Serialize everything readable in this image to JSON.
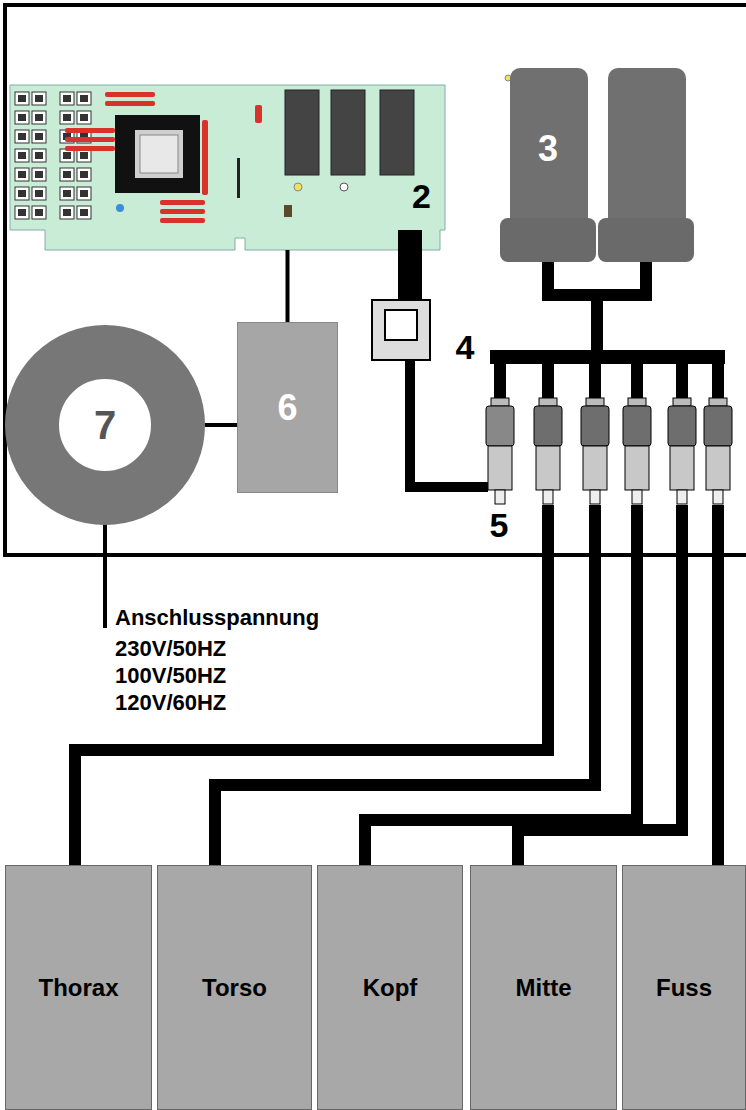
{
  "diagram": {
    "nodes": [
      {
        "text": [
          "2"
        ]
      },
      {
        "text": [
          "7"
        ]
      },
      {
        "text": [
          "6"
        ]
      },
      {
        "text": [
          "Thorax"
        ]
      },
      {
        "text": [
          "Torso"
        ]
      },
      {
        "text": [
          "Kopf"
        ]
      },
      {
        "text": [
          "Mitte"
        ]
      },
      {
        "text": [
          "Fuss"
        ]
      }
    ],
    "edges": [
      {
        "from": 1,
        "to": 2,
        "arrow": "none"
      },
      {
        "from": 2,
        "to": 0,
        "arrow": "none"
      }
    ],
    "labels": [
      "3",
      "4",
      "5",
      "Anschlusspannung",
      "230V/50HZ",
      "100V/50HZ",
      "120V/60HZ"
    ]
  }
}
